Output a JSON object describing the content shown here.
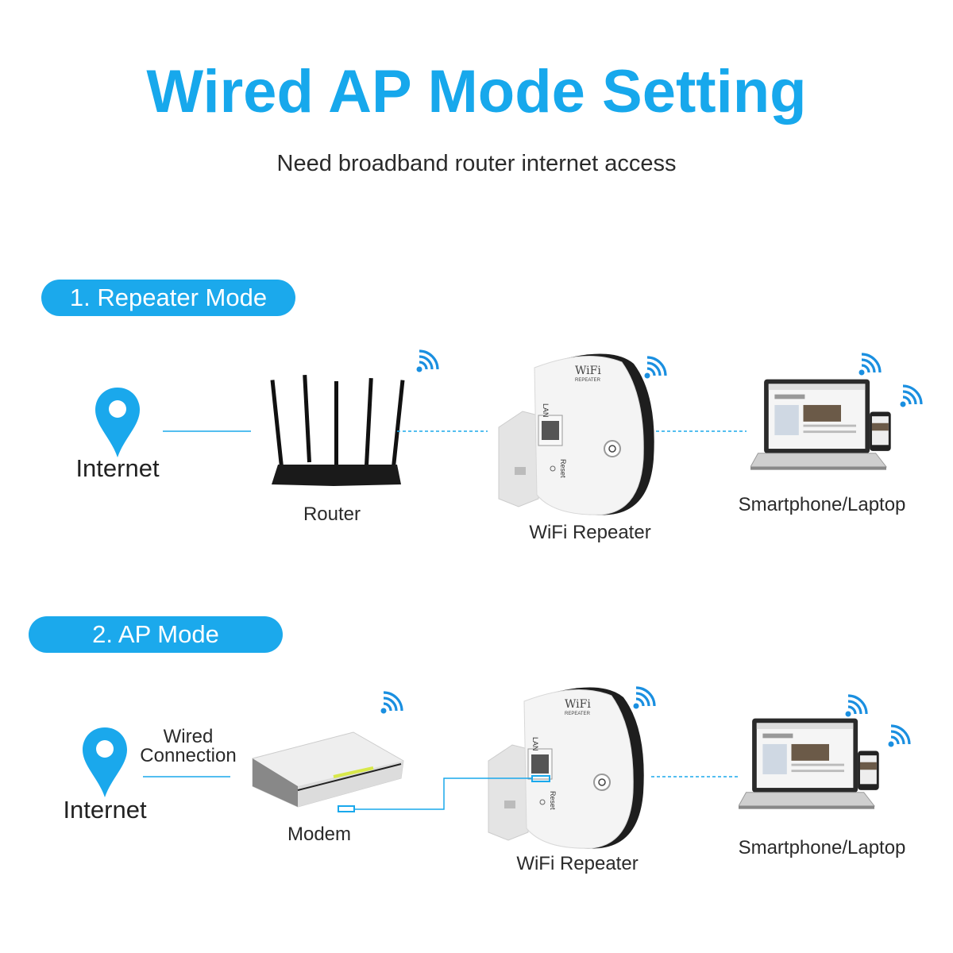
{
  "title": "Wired AP Mode Setting",
  "subtitle": "Need broadband router internet access",
  "colors": {
    "accent": "#17a8ec",
    "pill": "#1ba9ec",
    "text": "#2a2a2a"
  },
  "sections": [
    {
      "heading": "1. Repeater Mode",
      "internet_label": "Internet",
      "source_label": "Router",
      "repeater_label": "WiFi Repeater",
      "client_label": "Smartphone/Laptop"
    },
    {
      "heading": "2. AP Mode",
      "internet_label": "Internet",
      "connection_label_line1": "Wired",
      "connection_label_line2": "Connection",
      "source_label": "Modem",
      "repeater_label": "WiFi Repeater",
      "client_label": "Smartphone/Laptop"
    }
  ],
  "icons": [
    "location-pin-icon",
    "wifi-signal-icon"
  ],
  "device_text": {
    "repeater_brand": "WiFi",
    "repeater_sub": "REPEATER",
    "port": "LAN",
    "reset": "Reset"
  }
}
